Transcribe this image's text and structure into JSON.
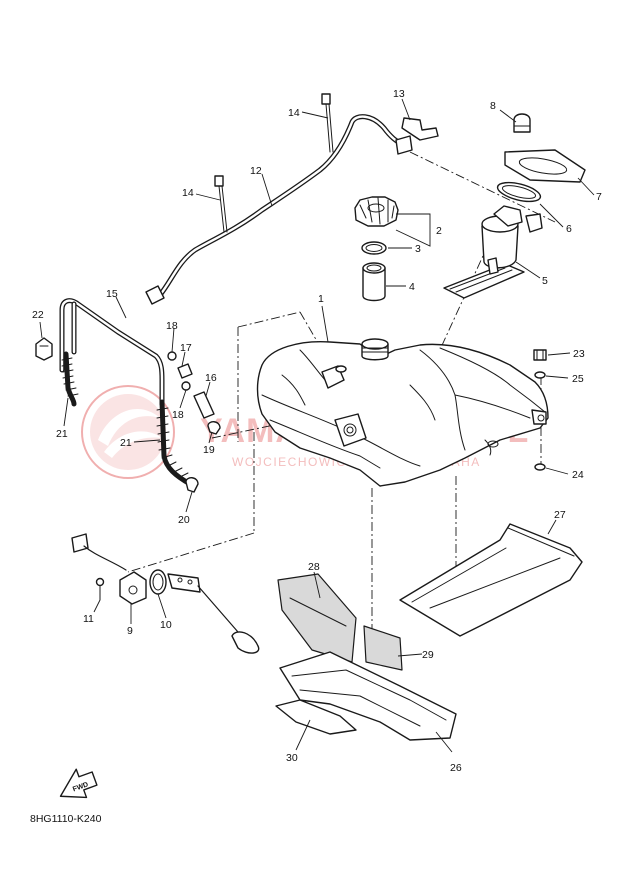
{
  "diagram_code": "8HG1110-K240",
  "fwd_label": "FWD",
  "watermark": {
    "brand": "YAMAHA-KRISS.PL",
    "dealer": "WOJCIECHOWICZ DEALER YAMAHA"
  },
  "callouts": [
    "1",
    "2",
    "3",
    "4",
    "5",
    "6",
    "7",
    "8",
    "9",
    "10",
    "11",
    "12",
    "13",
    "14",
    "14",
    "15",
    "16",
    "17",
    "18",
    "18",
    "19",
    "20",
    "21",
    "21",
    "22",
    "23",
    "24",
    "25",
    "26",
    "27",
    "28",
    "29",
    "30"
  ],
  "colors": {
    "line": "#1a1a1a",
    "watermark": "#e05050"
  }
}
